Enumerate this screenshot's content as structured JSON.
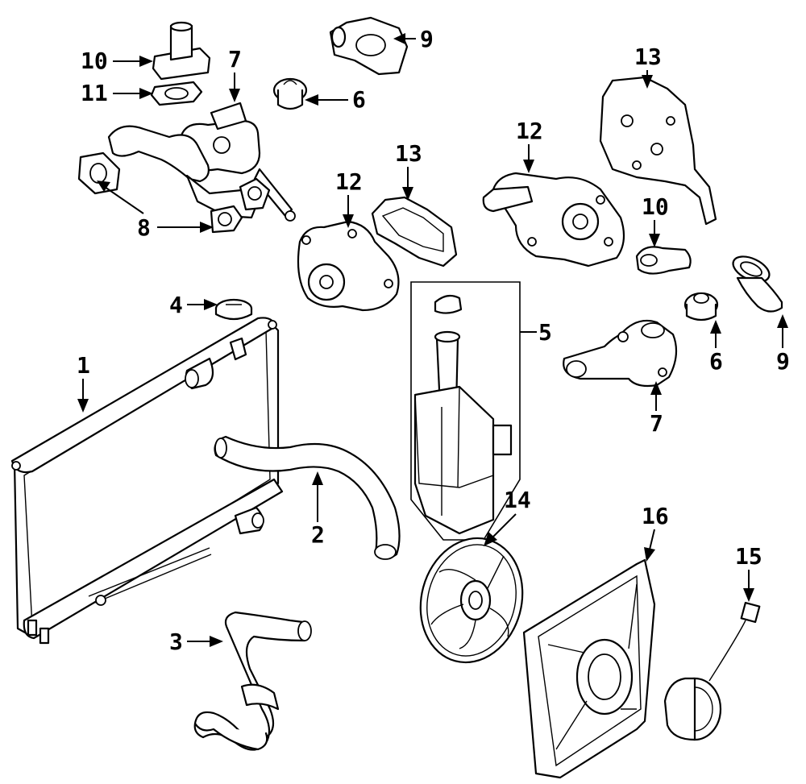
{
  "callouts": {
    "c1": "1",
    "c2": "2",
    "c3": "3",
    "c4": "4",
    "c5": "5",
    "c6a": "6",
    "c6b": "6",
    "c7a": "7",
    "c7b": "7",
    "c8": "8",
    "c9a": "9",
    "c9b": "9",
    "c10a": "10",
    "c10b": "10",
    "c11": "11",
    "c12a": "12",
    "c12b": "12",
    "c13a": "13",
    "c13b": "13",
    "c14": "14",
    "c15": "15",
    "c16": "16"
  }
}
